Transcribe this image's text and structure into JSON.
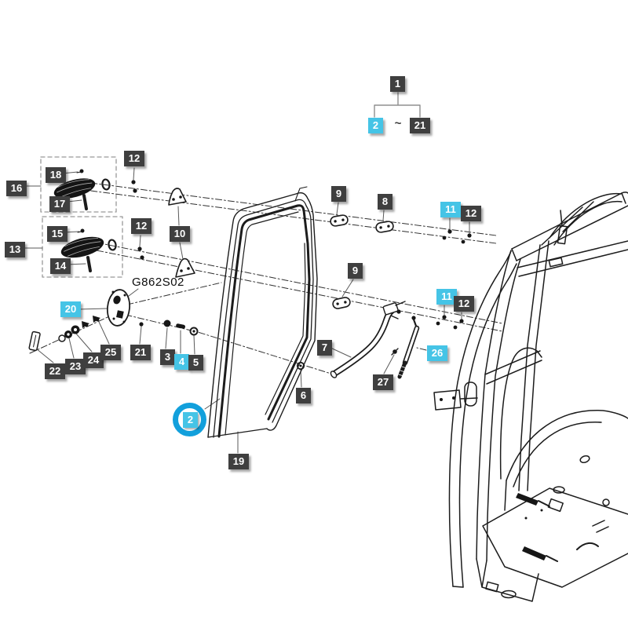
{
  "diagram": {
    "part_code": "G862S02",
    "colors": {
      "highlight": "#45c4e6",
      "label_bg": "#3f3f3f",
      "selection_ring": "#12a0dc",
      "line": "#1c1c1c"
    },
    "tree": {
      "parent": "1",
      "range_from": "2",
      "tilde": "~",
      "range_to": "21"
    }
  },
  "labels": [
    {
      "text": "1",
      "highlighted": false
    },
    {
      "text": "2",
      "highlighted": true
    },
    {
      "text": "~",
      "highlighted": false
    },
    {
      "text": "21",
      "highlighted": false
    },
    {
      "text": "12",
      "highlighted": false
    },
    {
      "text": "18",
      "highlighted": false
    },
    {
      "text": "16",
      "highlighted": false
    },
    {
      "text": "17",
      "highlighted": false
    },
    {
      "text": "12",
      "highlighted": false
    },
    {
      "text": "15",
      "highlighted": false
    },
    {
      "text": "13",
      "highlighted": false
    },
    {
      "text": "14",
      "highlighted": false
    },
    {
      "text": "10",
      "highlighted": false
    },
    {
      "text": "9",
      "highlighted": false
    },
    {
      "text": "8",
      "highlighted": false
    },
    {
      "text": "11",
      "highlighted": true
    },
    {
      "text": "12",
      "highlighted": false
    },
    {
      "text": "9",
      "highlighted": false
    },
    {
      "text": "11",
      "highlighted": true
    },
    {
      "text": "12",
      "highlighted": false
    },
    {
      "text": "20",
      "highlighted": true
    },
    {
      "text": "7",
      "highlighted": false
    },
    {
      "text": "26",
      "highlighted": true
    },
    {
      "text": "27",
      "highlighted": false
    },
    {
      "text": "22",
      "highlighted": false
    },
    {
      "text": "23",
      "highlighted": false
    },
    {
      "text": "24",
      "highlighted": false
    },
    {
      "text": "25",
      "highlighted": false
    },
    {
      "text": "21",
      "highlighted": false
    },
    {
      "text": "3",
      "highlighted": false
    },
    {
      "text": "4",
      "highlighted": true
    },
    {
      "text": "5",
      "highlighted": false
    },
    {
      "text": "6",
      "highlighted": false
    },
    {
      "text": "2",
      "highlighted": true,
      "circled": true
    },
    {
      "text": "19",
      "highlighted": false
    },
    {
      "text": "G862S02",
      "highlighted": false
    }
  ]
}
